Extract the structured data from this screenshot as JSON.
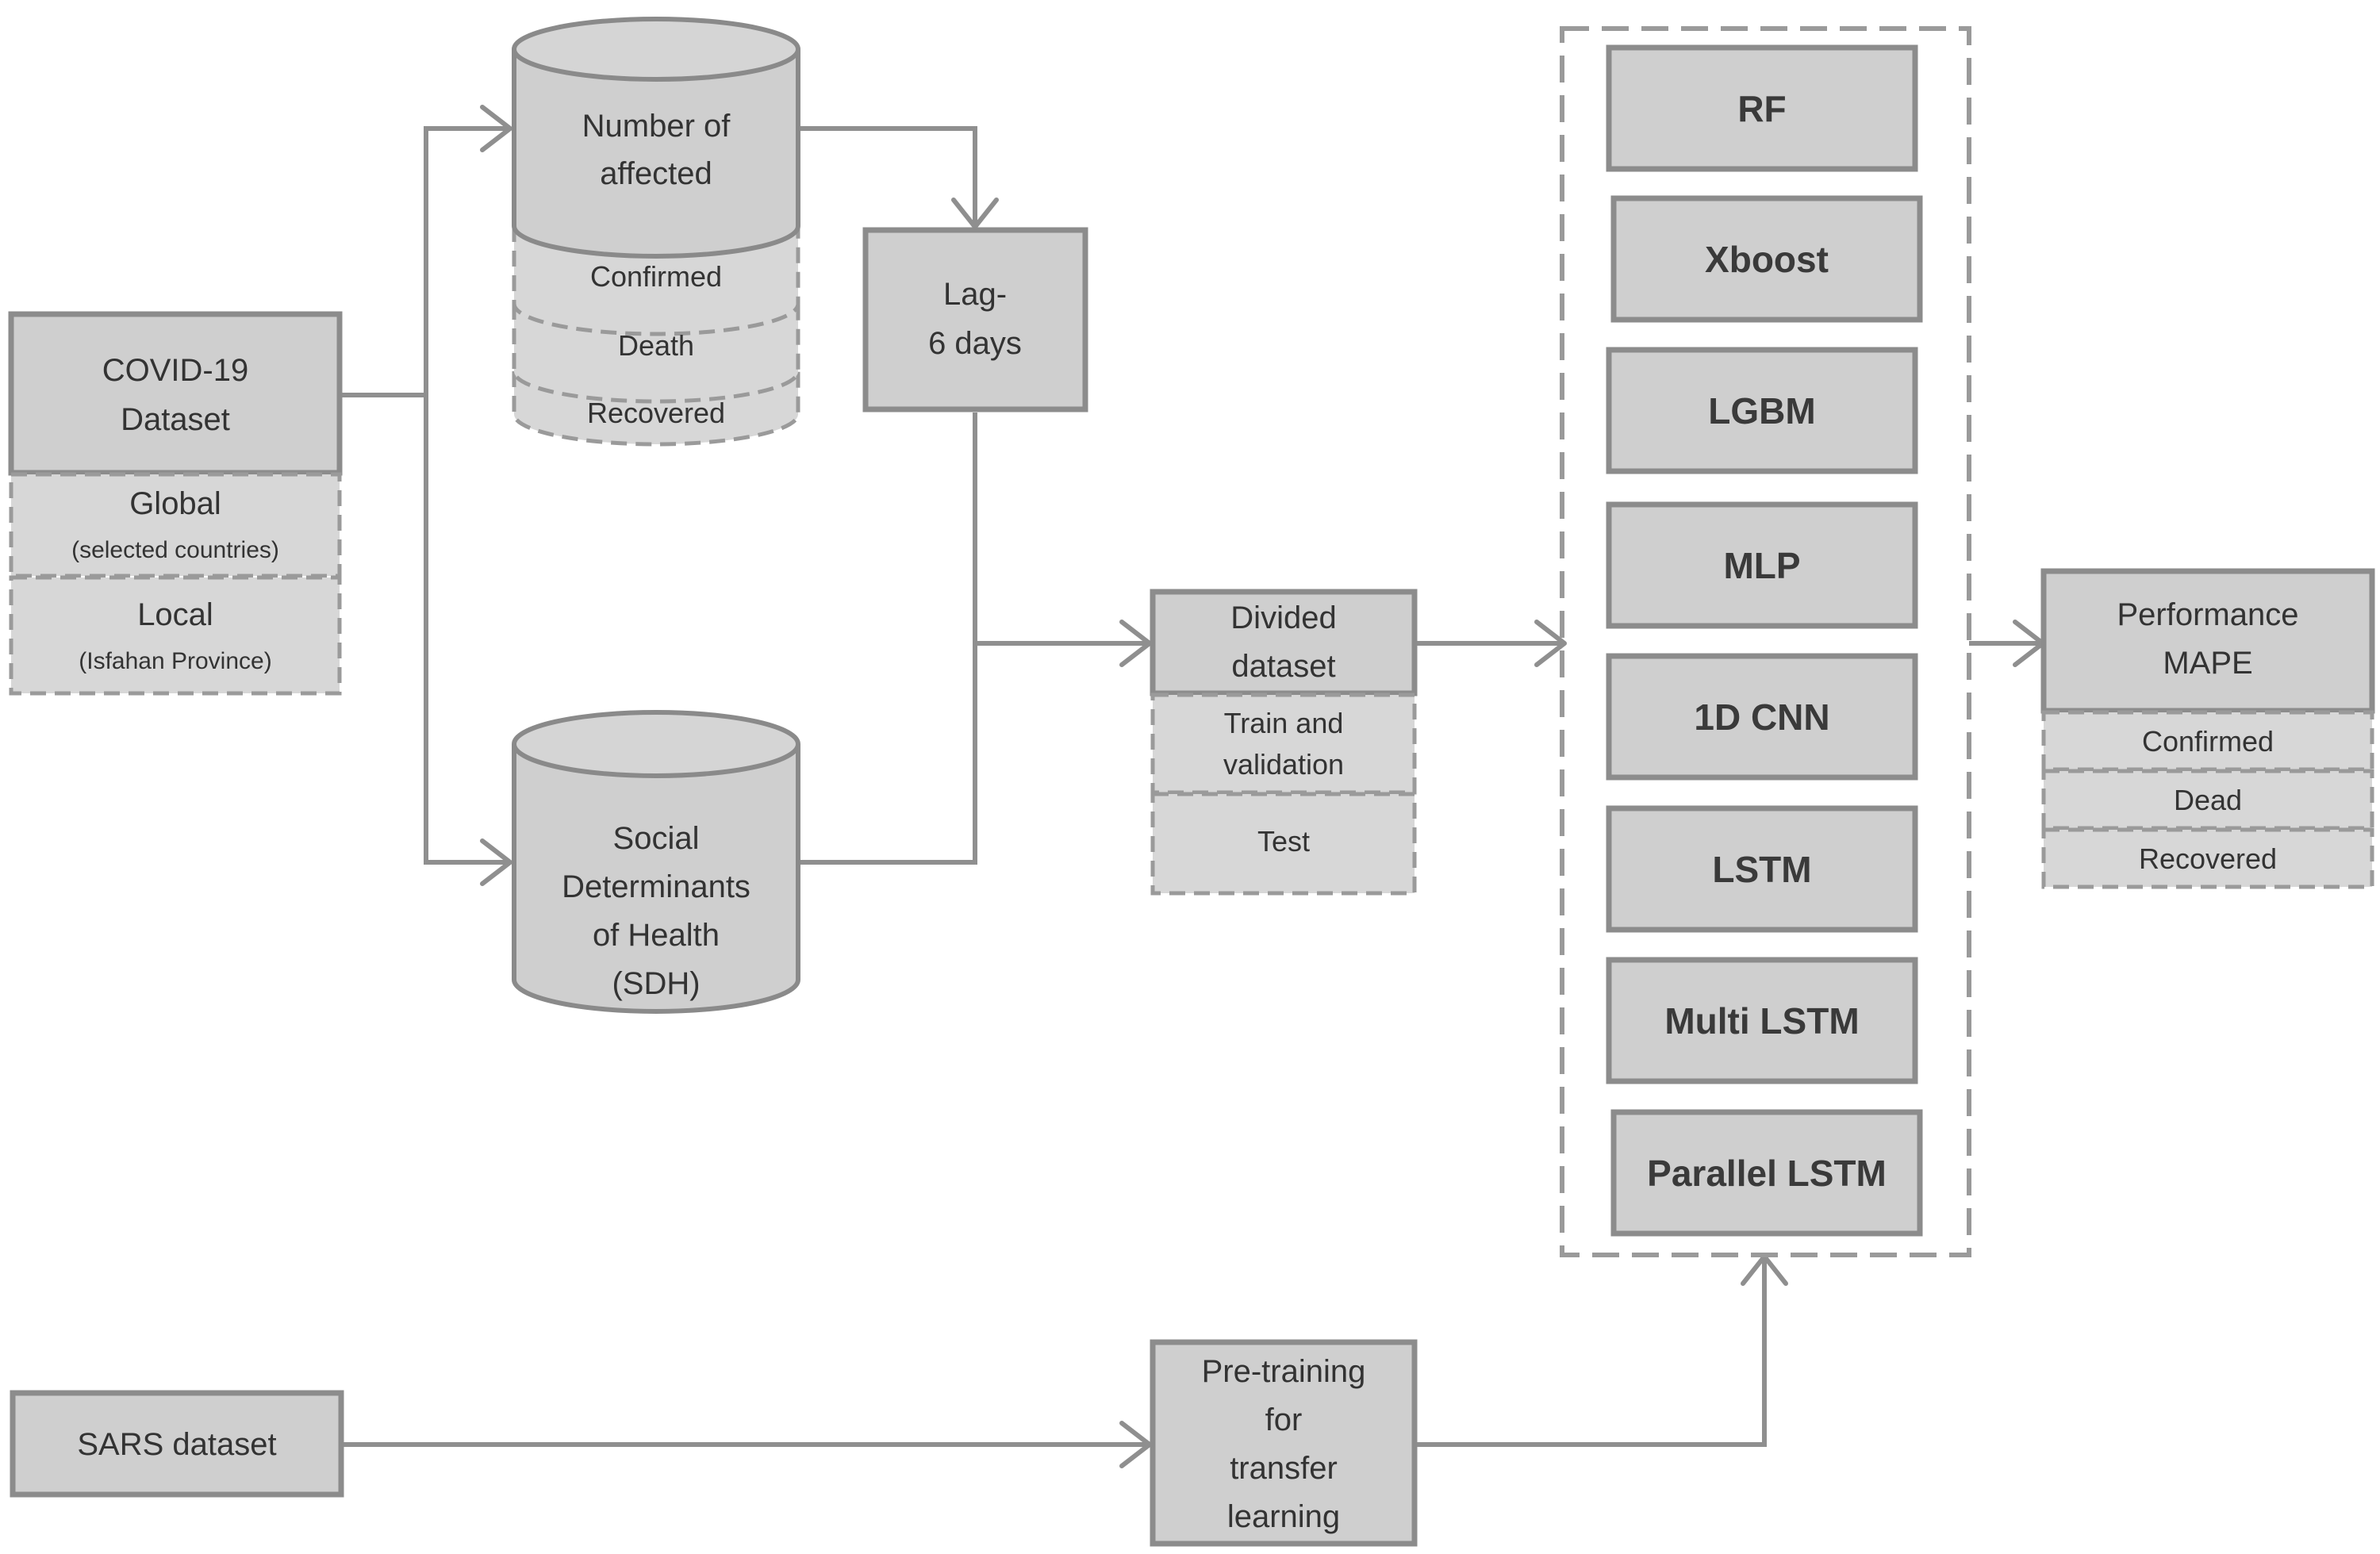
{
  "covid": {
    "title_line1": "COVID-19",
    "title_line2": "Dataset",
    "global_label": "Global",
    "global_note": "(selected countries)",
    "local_label": "Local",
    "local_note": "(Isfahan Province)"
  },
  "affected": {
    "title_line1": "Number of",
    "title_line2": "affected",
    "confirmed": "Confirmed",
    "death": "Death",
    "recovered": "Recovered"
  },
  "sdh": {
    "line1": "Social",
    "line2": "Determinants",
    "line3": "of Health",
    "line4": "(SDH)"
  },
  "lag": {
    "line1": "Lag-",
    "line2": "6 days"
  },
  "divided": {
    "line1": "Divided",
    "line2": "dataset",
    "train_line1": "Train and",
    "train_line2": "validation",
    "test": "Test"
  },
  "models": [
    "RF",
    "Xboost",
    "LGBM",
    "MLP",
    "1D CNN",
    "LSTM",
    "Multi LSTM",
    "Parallel LSTM"
  ],
  "performance": {
    "line1": "Performance",
    "line2": "MAPE",
    "confirmed": "Confirmed",
    "dead": "Dead",
    "recovered": "Recovered"
  },
  "sars": {
    "label": "SARS dataset"
  },
  "pretrain": {
    "line1": "Pre-training",
    "line2": "for",
    "line3": "transfer",
    "line4": "learning"
  }
}
